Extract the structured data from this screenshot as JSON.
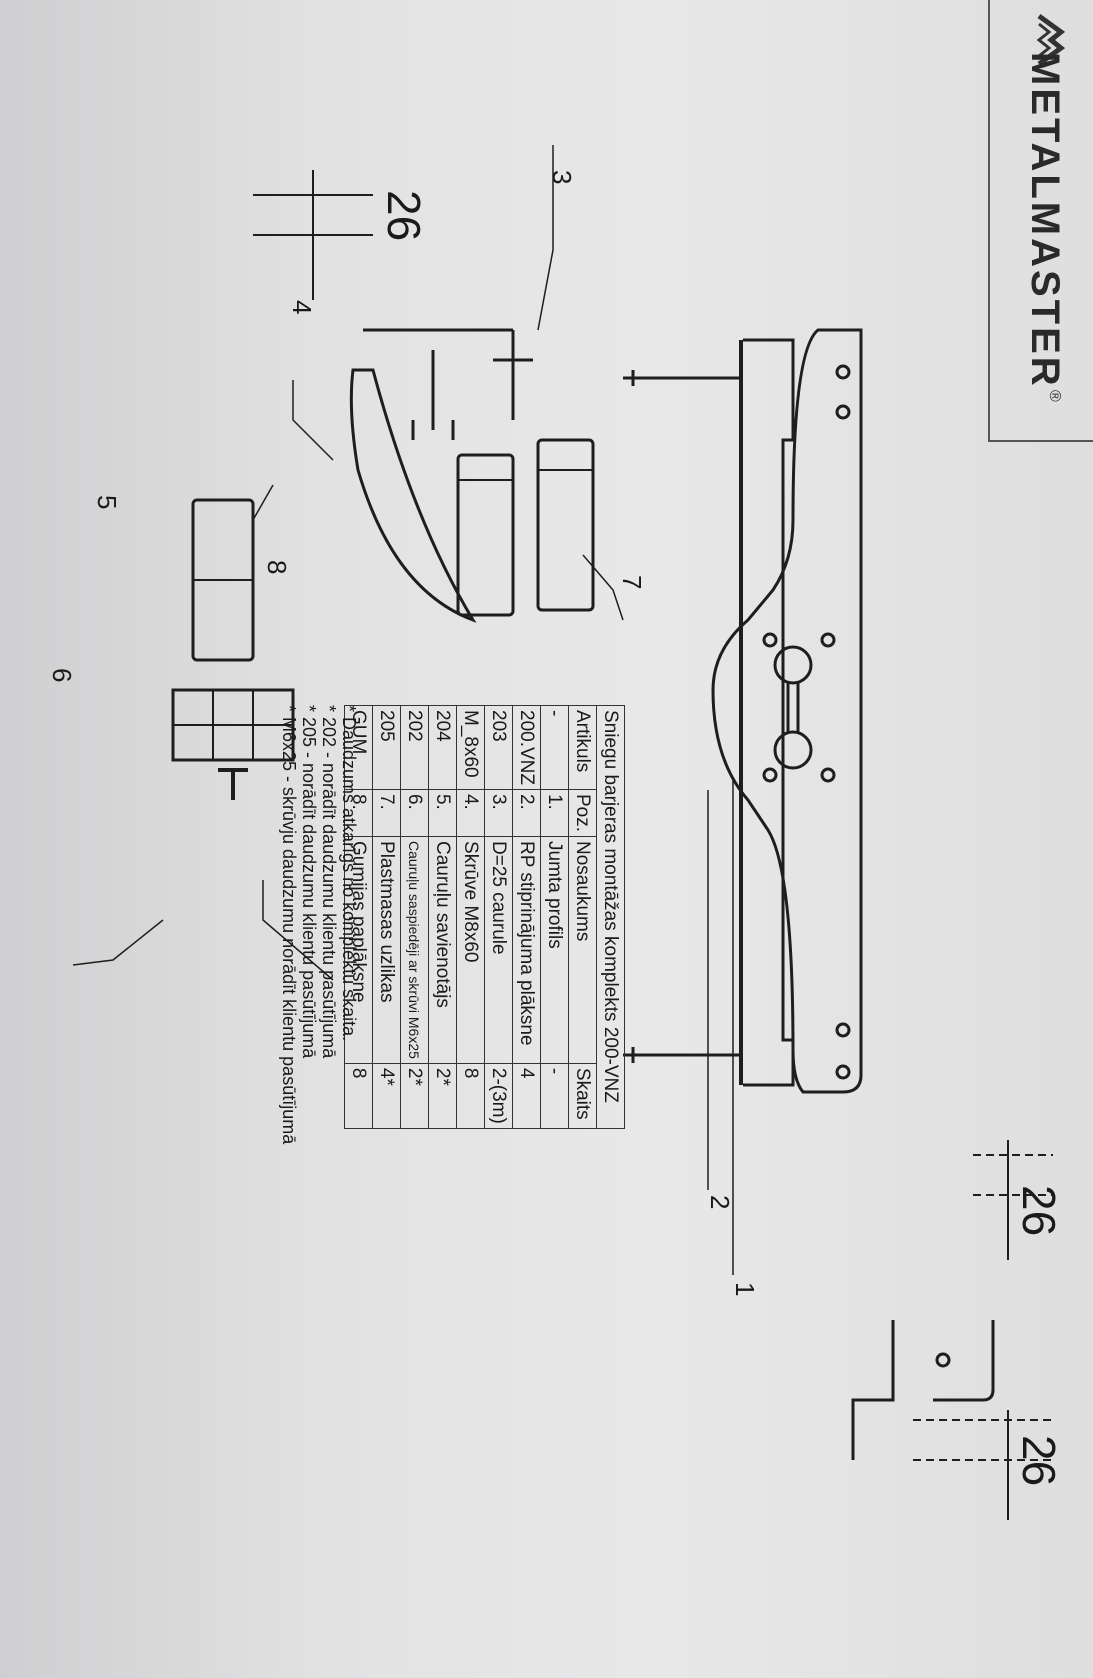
{
  "brand": {
    "name": "METALMASTER",
    "registered": "®"
  },
  "callouts": [
    "1",
    "2",
    "3",
    "4",
    "5",
    "6",
    "7",
    "8"
  ],
  "dimensions": [
    "26",
    "26",
    "26"
  ],
  "table": {
    "title": "Sniegu barjeras montāžas komplekts 200-VNZ",
    "headers": [
      "Artikuls",
      "Poz.",
      "Nosaukums",
      "Skaits"
    ],
    "rows": [
      [
        "-",
        "1.",
        "Jumta profils",
        "-"
      ],
      [
        "200.VNZ",
        "2.",
        "RP stiprinājuma plāksne",
        "4"
      ],
      [
        "203",
        "3.",
        "D=25 caurule",
        "2-(3m)"
      ],
      [
        "M_8x60",
        "4.",
        "Skrūve M8x60",
        "8"
      ],
      [
        "204",
        "5.",
        "Cauruļu savienotājs",
        "2*"
      ],
      [
        "202",
        "6.",
        "Cauruļu saspiedēji ar skrūvi M6x25",
        "2*"
      ],
      [
        "205",
        "7.",
        "Plastmasas uzlikas",
        "4*"
      ],
      [
        "GUM",
        "8.",
        "Gumijas paplāksne",
        "8"
      ]
    ]
  },
  "notes": [
    "* Daudzums atkarīgs no komplektu skaita.",
    "* 202 - norādīt daudzumu klientu pasūtījumā",
    "* 205 - norādīt daudzumu klientu pasūtījumā",
    "* M6x25 - skrūvju daudzumu norādīt klientu pasūtījumā"
  ]
}
